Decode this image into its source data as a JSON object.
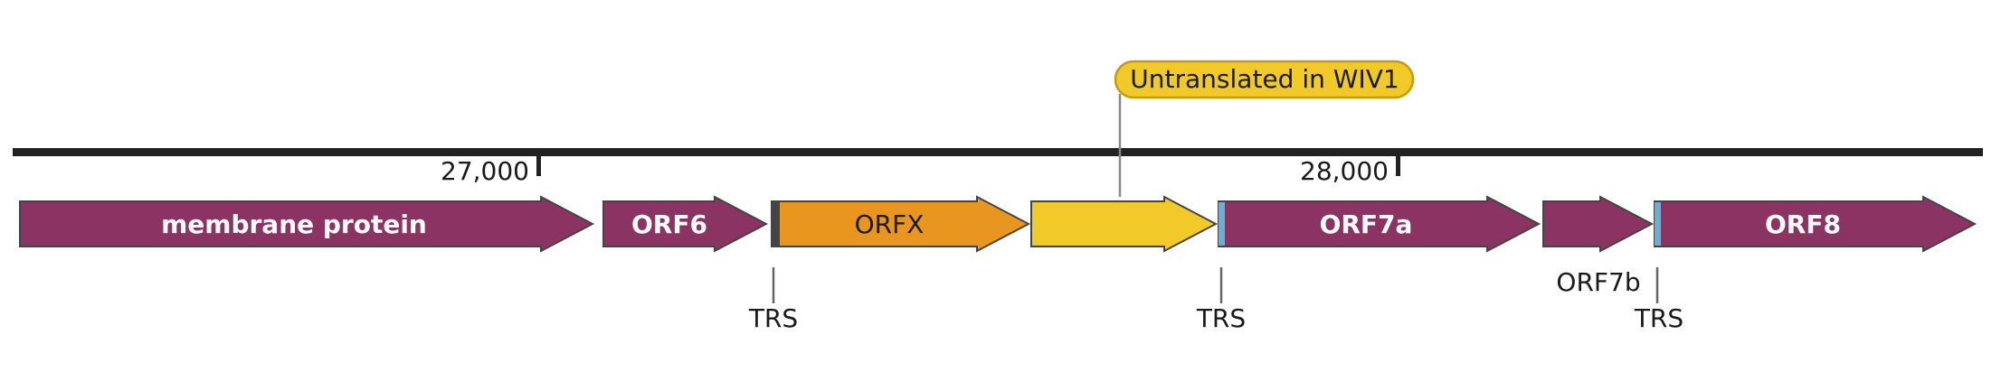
{
  "ruler": {
    "ticks": [
      {
        "label": "27,000"
      },
      {
        "label": "28,000"
      }
    ]
  },
  "genes": [
    {
      "id": "membrane-protein",
      "label": "membrane protein",
      "color": "#8b3362",
      "label_style": "white"
    },
    {
      "id": "orf6",
      "label": "ORF6",
      "color": "#8b3362",
      "label_style": "white"
    },
    {
      "id": "orfx",
      "label": "ORFX",
      "color": "#e8961f",
      "label_style": "dark"
    },
    {
      "id": "untranslated",
      "label": "",
      "color": "#f1c929",
      "label_style": "dark"
    },
    {
      "id": "orf7a",
      "label": "ORF7a",
      "color": "#8b3362",
      "label_style": "white"
    },
    {
      "id": "orf7b",
      "label": "ORF7b",
      "color": "#8b3362",
      "label_style": "below"
    },
    {
      "id": "orf8",
      "label": "ORF8",
      "color": "#8b3362",
      "label_style": "white"
    }
  ],
  "annotation": {
    "label": "Untranslated in WIV1",
    "fill": "#f1c929",
    "stroke": "#c49a10"
  },
  "trs": [
    {
      "label": "TRS"
    },
    {
      "label": "TRS"
    },
    {
      "label": "TRS"
    }
  ],
  "colors": {
    "ruler": "#222222",
    "outline": "#444444",
    "trs_marker": "#6aaed6",
    "orfx_start_marker": "#444444"
  }
}
